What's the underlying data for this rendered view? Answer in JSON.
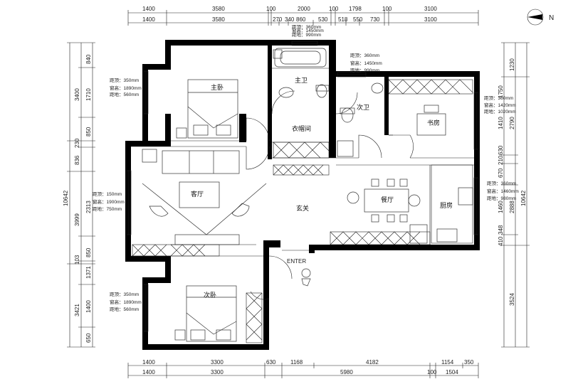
{
  "north_label": "N",
  "rooms": {
    "master_bedroom": "主卧",
    "master_bath": "主卫",
    "walk_in_closet": "衣帽间",
    "second_bath": "次卫",
    "study": "书房",
    "living_room": "客厅",
    "entry_hall": "玄关",
    "dining_room": "餐厅",
    "kitchen": "厨房",
    "second_bedroom": "次卧",
    "entry_label": "ENTER"
  },
  "top_dims_row1": [
    "1400",
    "3580",
    "100",
    "2000",
    "100",
    "1798",
    "100",
    "3100"
  ],
  "top_dims_row2": [
    "1400",
    "3580",
    "270",
    "340",
    "860",
    "530",
    "518",
    "550",
    "730",
    "3100"
  ],
  "bottom_dims_row1": [
    "1400",
    "3300",
    "630",
    "1168",
    "4182",
    "1154",
    "350"
  ],
  "bottom_dims_row2": [
    "1400",
    "3300",
    "5980",
    "100",
    "1504"
  ],
  "left_dims_outer": [
    "3400",
    "230",
    "836",
    "3999",
    "103",
    "3421"
  ],
  "left_dims_inner": [
    "840",
    "1710",
    "850",
    "2313",
    "850",
    "1371",
    "1400",
    "650"
  ],
  "left_total": "10642",
  "right_dims_outer": [
    "1230",
    "2790",
    "2888",
    "3524"
  ],
  "right_dims_inner": [
    "1750",
    "1410",
    "630",
    "210",
    "670",
    "1460",
    "348",
    "410"
  ],
  "right_total": "10642",
  "window_notes": {
    "top_bath": [
      "距顶：360mm",
      "窗高：1450mm",
      "距地：990mm"
    ],
    "second_bath": [
      "距顶：360mm",
      "窗高：1450mm",
      "距地：990mm"
    ],
    "master": [
      "距顶：350mm",
      "窗高：1890mm",
      "距地：560mm"
    ],
    "study": [
      "距顶：360mm",
      "窗高：1420mm",
      "距地：1020mm"
    ],
    "living": [
      "距顶：150mm",
      "窗高：1900mm",
      "距地：750mm"
    ],
    "kitchen": [
      "距顶：360mm",
      "窗高：1460mm",
      "距地：980mm"
    ],
    "second_bed": [
      "距顶：350mm",
      "窗高：1890mm",
      "距地：560mm"
    ]
  }
}
